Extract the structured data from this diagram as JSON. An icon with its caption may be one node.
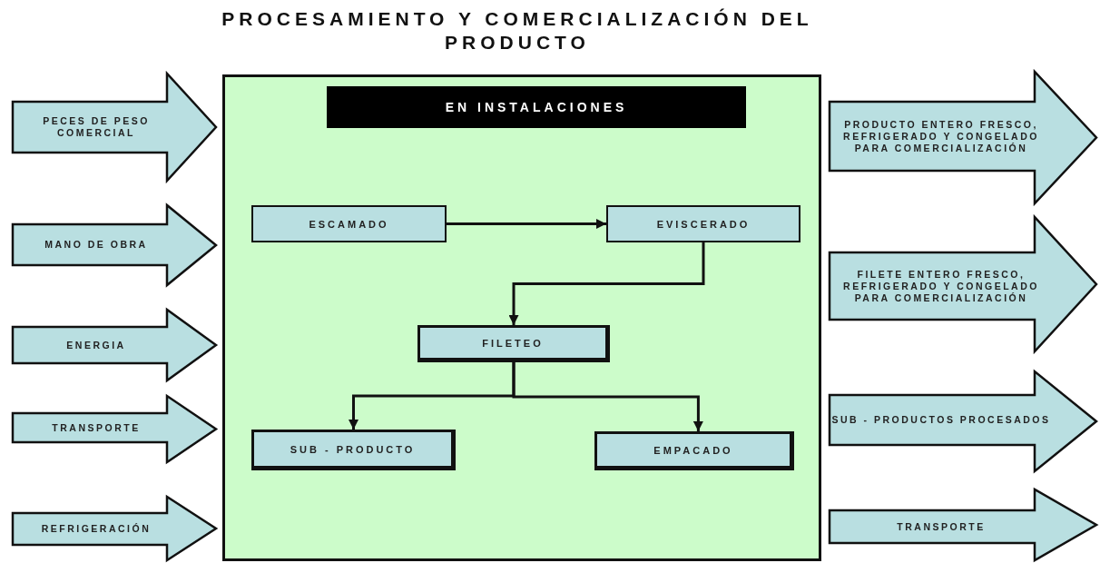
{
  "diagram": {
    "title": "PROCESAMIENTO Y COMERCIALIZACIÓN DEL PRODUCTO",
    "nodes": [
      {
        "text": [
          "EN INSTALACIONES"
        ]
      },
      {
        "text": [
          "ESCAMADO"
        ],
        "in": 0
      },
      {
        "text": [
          "EVISCERADO"
        ],
        "in": 0
      },
      {
        "text": [
          "FILETEO"
        ],
        "in": 0
      },
      {
        "text": [
          "SUB - PRODUCTO"
        ],
        "in": 0
      },
      {
        "text": [
          "EMPACADO"
        ],
        "in": 0
      },
      {
        "text": [
          "PECES DE PESO COMERCIAL"
        ]
      },
      {
        "text": [
          "MANO DE OBRA"
        ]
      },
      {
        "text": [
          "ENERGIA"
        ]
      },
      {
        "text": [
          "TRANSPORTE"
        ]
      },
      {
        "text": [
          "REFRIGERACIÓN"
        ]
      },
      {
        "text": [
          "PRODUCTO ENTERO FRESCO, REFRIGERADO Y CONGELADO PARA COMERCIALIZACIÓN"
        ]
      },
      {
        "text": [
          "FILETE ENTERO FRESCO, REFRIGERADO Y CONGELADO PARA COMERCIALIZACIÓN"
        ]
      },
      {
        "text": [
          "SUB - PRODUCTOS PROCESADOS"
        ]
      },
      {
        "text": [
          "TRANSPORTE"
        ]
      }
    ],
    "edges": [
      {
        "from": 1,
        "to": 2,
        "arrow": "to"
      },
      {
        "from": 2,
        "to": 3,
        "arrow": "to"
      },
      {
        "from": 3,
        "to": 4,
        "arrow": "to"
      },
      {
        "from": 3,
        "to": 5,
        "arrow": "to"
      }
    ]
  }
}
